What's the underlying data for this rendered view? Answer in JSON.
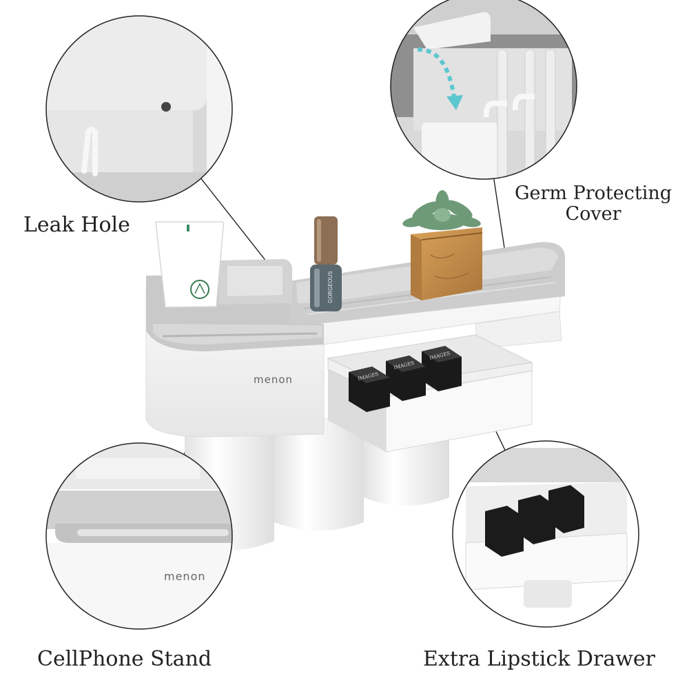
{
  "labels": {
    "leak_hole": "Leak Hole",
    "germ_cover_line1": "Germ Protecting",
    "germ_cover_line2": "Cover",
    "cellphone_stand": "CellPhone Stand",
    "lipstick_drawer": "Extra Lipstick Drawer"
  },
  "product": {
    "brand_logo": "menon",
    "nail_polish_text": "GORGEOUS",
    "lipstick_brand": "IMAGES"
  },
  "colors": {
    "tray_gray": "#cfcfcf",
    "body_white": "#f7f7f7",
    "lipstick_black": "#1a1a1a",
    "arrow_teal": "#5cc7cf",
    "pot_wood": "#c8934a",
    "plant_green": "#6f9a78",
    "text": "#222222"
  },
  "icons": [
    "curved-arrow-icon",
    "leak-hole-icon"
  ]
}
